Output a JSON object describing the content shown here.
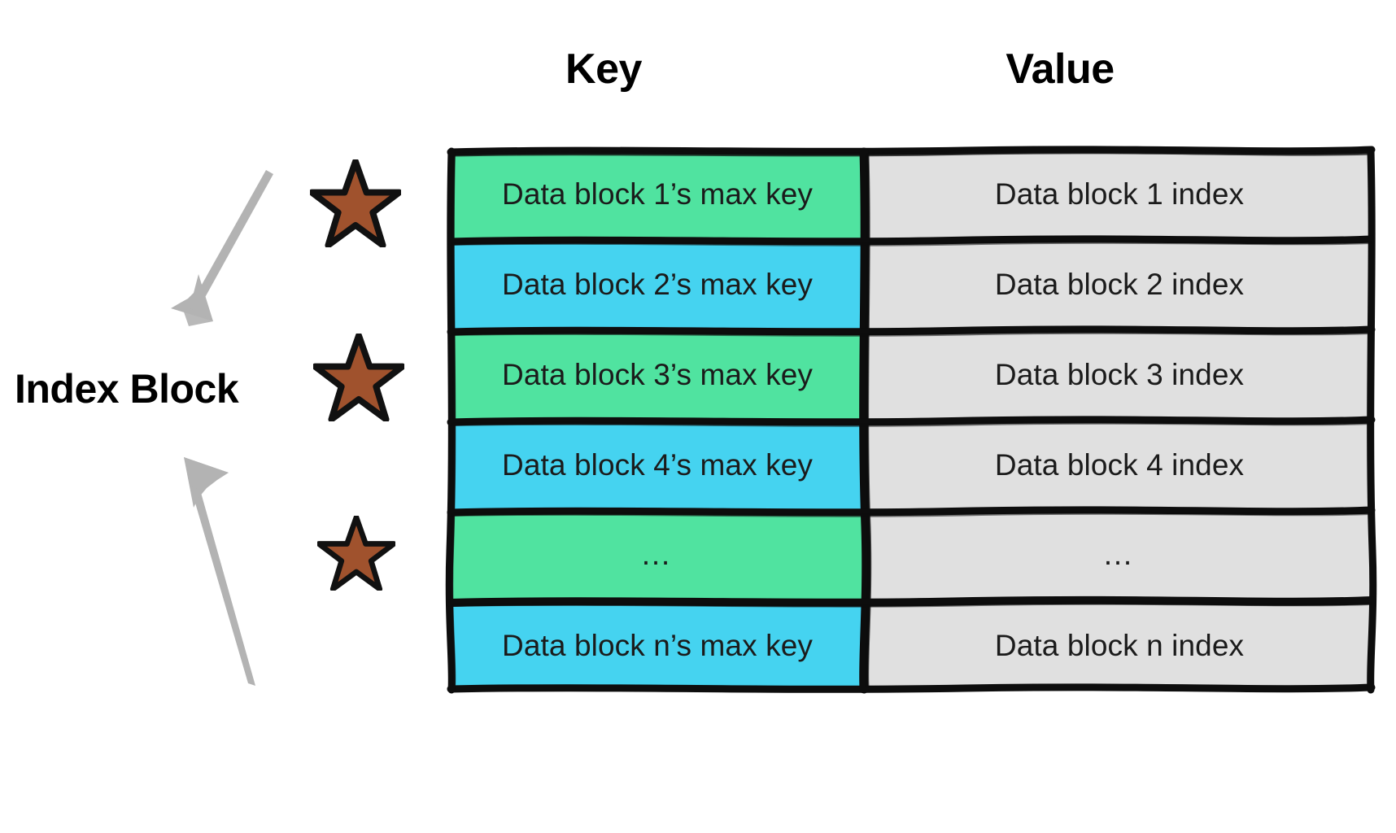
{
  "diagram": {
    "title_label": "Index Block",
    "headers": {
      "key": "Key",
      "value": "Value"
    },
    "colors": {
      "key_green": "#50e3a0",
      "key_cyan": "#45d3f0",
      "value_gray": "#e0e0e0",
      "star_fill": "#a0522d",
      "star_outline": "#000000",
      "arrow": "#b3b3b3",
      "border": "#000000",
      "background": "#ffffff",
      "text": "#1b1b1b"
    },
    "rows": [
      {
        "key": "Data block 1’s max key",
        "value": "Data block 1 index",
        "key_color": "#50e3a0",
        "starred": true
      },
      {
        "key": "Data block 2’s max key",
        "value": "Data block 2 index",
        "key_color": "#45d3f0",
        "starred": false
      },
      {
        "key": "Data block 3’s max key",
        "value": "Data block 3 index",
        "key_color": "#50e3a0",
        "starred": true
      },
      {
        "key": "Data block 4’s max key",
        "value": "Data block 4 index",
        "key_color": "#45d3f0",
        "starred": false
      },
      {
        "key": "…",
        "value": "…",
        "key_color": "#50e3a0",
        "starred": true
      },
      {
        "key": "Data block n’s max key",
        "value": "Data block n index",
        "key_color": "#45d3f0",
        "starred": false
      }
    ],
    "markers": [
      {
        "name": "star-1",
        "shape": "five-pointed-star"
      },
      {
        "name": "star-2",
        "shape": "five-pointed-star"
      },
      {
        "name": "star-3",
        "shape": "five-pointed-star"
      }
    ],
    "arrows": [
      {
        "name": "arrow-top",
        "direction": "down-left",
        "style": "hand-drawn"
      },
      {
        "name": "arrow-bottom",
        "direction": "up-left",
        "style": "hand-drawn"
      }
    ]
  }
}
